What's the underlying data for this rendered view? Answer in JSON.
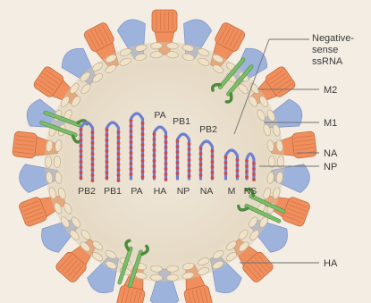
{
  "labels": {
    "negative_sense_line1": "Negative-",
    "negative_sense_line2": "sense",
    "negative_sense_line3": "ssRNA",
    "m2": "M2",
    "m1": "M1",
    "na": "NA",
    "np": "NP",
    "ha": "HA"
  },
  "segments_top": [
    {
      "text": "PA"
    },
    {
      "text": "PB1"
    },
    {
      "text": "PB2"
    }
  ],
  "segments_bottom": [
    {
      "text": "PB2"
    },
    {
      "text": "PB1"
    },
    {
      "text": "PA"
    },
    {
      "text": "HA"
    },
    {
      "text": "NP"
    },
    {
      "text": "NA"
    },
    {
      "text": "M"
    },
    {
      "text": "NS"
    }
  ],
  "colors": {
    "background": "#f3ede3",
    "ha_spike_orange": "#f08f5e",
    "na_spike_blue": "#9eb3dc",
    "m2_channel_green": "#7bbd6a",
    "envelope_bead": "#efe2c8",
    "rna_blue": "#6f7fd0",
    "np_red": "#d2464a",
    "core_fill": "#ebe2d2"
  }
}
